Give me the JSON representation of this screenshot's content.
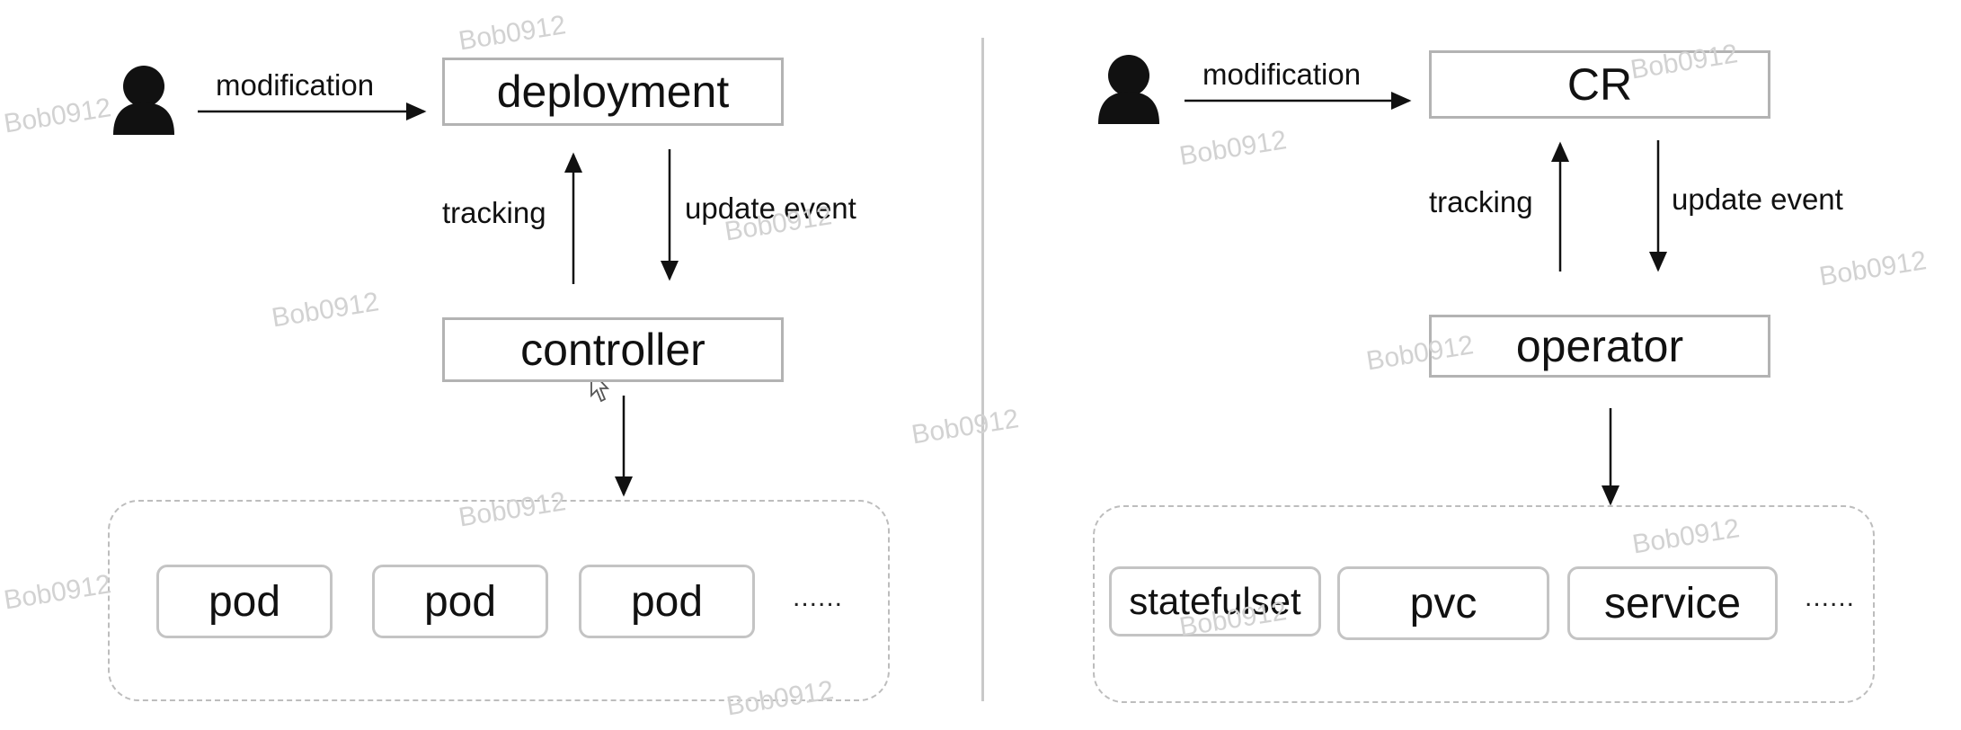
{
  "left": {
    "top_box": "deployment",
    "middle_box": "controller",
    "edge_user": "modification",
    "edge_up": "tracking",
    "edge_down": "update event",
    "items": [
      "pod",
      "pod",
      "pod"
    ],
    "more": "......"
  },
  "right": {
    "top_box": "CR",
    "middle_box": "operator",
    "edge_user": "modification",
    "edge_up": "tracking",
    "edge_down": "update event",
    "items": [
      "statefulset",
      "pvc",
      "service"
    ],
    "more": "......"
  },
  "watermark": "Bob0912",
  "icons": {
    "user": "user-icon",
    "cursor": "mouse-cursor-icon"
  }
}
